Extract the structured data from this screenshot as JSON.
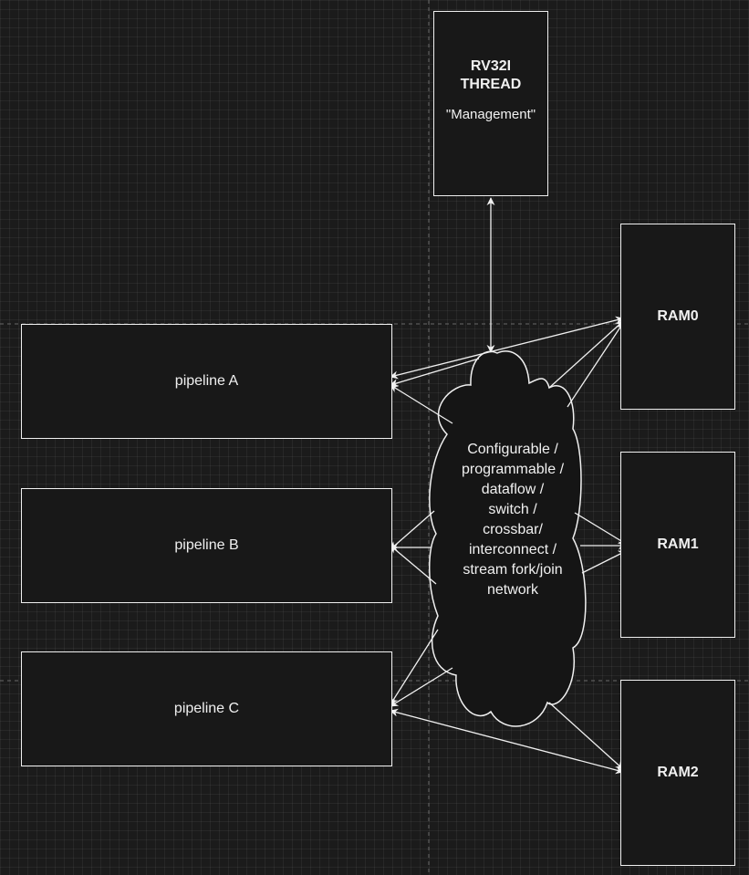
{
  "thread": {
    "title_line1": "RV32I",
    "title_line2": "THREAD",
    "subtitle": "\"Management\""
  },
  "pipelines": [
    {
      "label": "pipeline A"
    },
    {
      "label": "pipeline B"
    },
    {
      "label": "pipeline C"
    }
  ],
  "rams": [
    {
      "label": "RAM0"
    },
    {
      "label": "RAM1"
    },
    {
      "label": "RAM2"
    }
  ],
  "network": {
    "lines": [
      "Configurable /",
      "programmable /",
      "dataflow /",
      "switch /",
      "crossbar/",
      "interconnect /",
      "stream fork/join",
      "network"
    ]
  },
  "colors": {
    "background": "#1b1b1b",
    "stroke": "#f0f0f0",
    "block_fill": "#181818"
  }
}
